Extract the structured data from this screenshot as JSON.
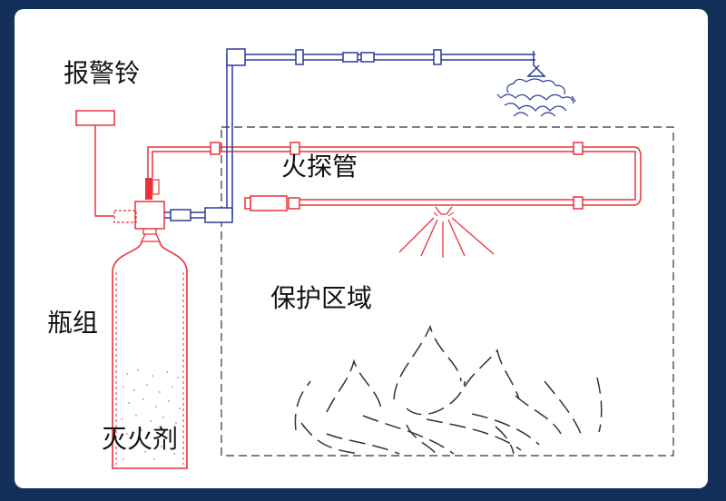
{
  "labels": {
    "alarm_bell": "报警铃",
    "fire_detection_tube": "火探管",
    "protected_area": "保护区域",
    "cylinder_group": "瓶组",
    "extinguishing_agent": "灭火剂"
  },
  "colors": {
    "background": "#12305a",
    "panel": "#ffffff",
    "red_line": "#e8323a",
    "blue_line": "#2a3a9a",
    "boundary": "#333333",
    "text": "#111111"
  }
}
